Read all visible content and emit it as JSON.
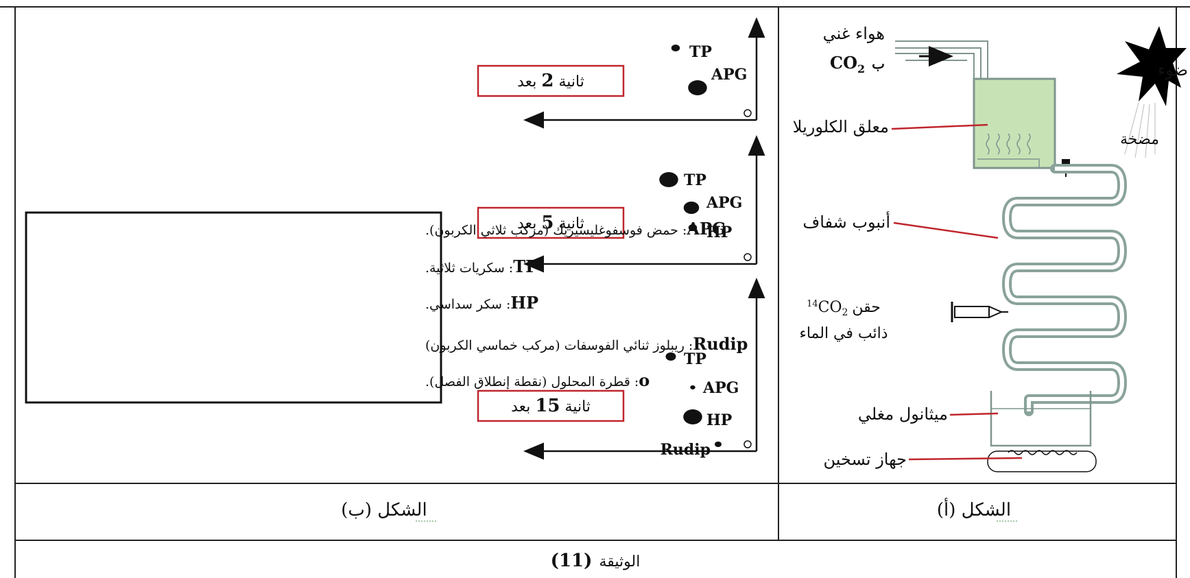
{
  "figure_a": {
    "caption": "الشكل (أ)",
    "light": "ضوء",
    "air_line1": "هواء غني",
    "air_line2_prefix": "ب",
    "air_co2": "CO",
    "air_co2_sub": "2",
    "chlorella": "معلق الكلوريلا",
    "pump": "مضخة",
    "tube": "أنبوب شفاف",
    "injection_line1_word": "حقن",
    "injection_co2_sup": "14",
    "injection_co2": "CO",
    "injection_co2_sub": "2",
    "injection_line2": "ذائب في الماء",
    "methanol": "ميثانول مغلي",
    "heater": "جهاز تسخين"
  },
  "figure_b": {
    "caption": "الشكل (ب)",
    "panels": [
      {
        "time_label": "بعد",
        "time_value": "2",
        "time_unit": "ثانية",
        "spots": [
          {
            "name": "TP"
          },
          {
            "name": "APG"
          }
        ]
      },
      {
        "time_label": "بعد",
        "time_value": "5",
        "time_unit": "ثانية",
        "spots": [
          {
            "name": "TP"
          },
          {
            "name": "APG"
          },
          {
            "name": "HP"
          }
        ]
      },
      {
        "time_label": "بعد",
        "time_value": "15",
        "time_unit": "ثانية",
        "spots": [
          {
            "name": "TP"
          },
          {
            "name": "APG"
          },
          {
            "name": "HP"
          },
          {
            "name": "Rudip"
          }
        ]
      }
    ],
    "legend": [
      {
        "abbr": "APG",
        "text": ": حمض فوسفوغليسيريك (مركب ثلاثي الكربون)."
      },
      {
        "abbr": "TP",
        "text": ": سكريات ثلاثية."
      },
      {
        "abbr": "HP",
        "text": ": سكر سداسي."
      },
      {
        "abbr": "Rudip",
        "text": ": ريبلوز ثنائي الفوسفات (مركب خماسي الكربون)"
      },
      {
        "abbr": "o",
        "text": ": قطرة المحلول (نقطة إنطلاق الفصل)."
      }
    ]
  },
  "document_title": "الوثيقة",
  "document_number": "(11)",
  "colors": {
    "border": "#222222",
    "label_red": "#c0262d",
    "chlorella_green": "#c7e3b6",
    "tube": "#8aa39a"
  }
}
